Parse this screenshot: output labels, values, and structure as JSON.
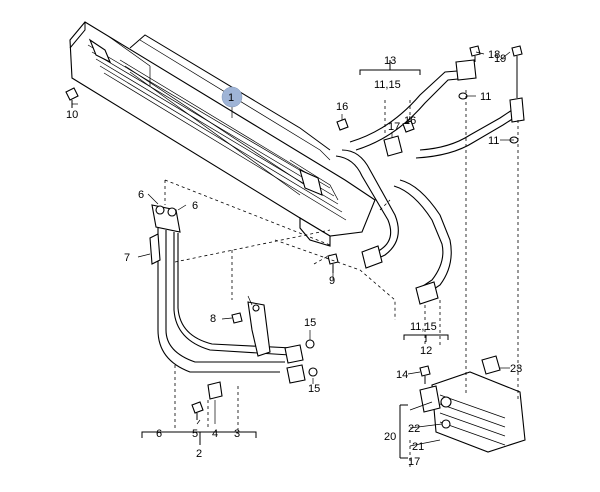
{
  "diagram": {
    "highlight_color": "#9fb4d6",
    "callouts": [
      {
        "id": "c1",
        "text": "1",
        "highlighted": true
      },
      {
        "id": "c2",
        "text": "2"
      },
      {
        "id": "c3",
        "text": "3"
      },
      {
        "id": "c4",
        "text": "4"
      },
      {
        "id": "c5",
        "text": "5"
      },
      {
        "id": "c6",
        "text": "6"
      },
      {
        "id": "c6a",
        "text": "6"
      },
      {
        "id": "c6b",
        "text": "6"
      },
      {
        "id": "c7",
        "text": "7"
      },
      {
        "id": "c8",
        "text": "8"
      },
      {
        "id": "c9",
        "text": "9"
      },
      {
        "id": "c10",
        "text": "10"
      },
      {
        "id": "c11a",
        "text": "11"
      },
      {
        "id": "c11b",
        "text": "11"
      },
      {
        "id": "c1115a",
        "text": "11,15"
      },
      {
        "id": "c1115b",
        "text": "11,15"
      },
      {
        "id": "c12",
        "text": "12"
      },
      {
        "id": "c13",
        "text": "13"
      },
      {
        "id": "c14",
        "text": "14"
      },
      {
        "id": "c15a",
        "text": "15"
      },
      {
        "id": "c15b",
        "text": "15"
      },
      {
        "id": "c16a",
        "text": "16"
      },
      {
        "id": "c16b",
        "text": "16"
      },
      {
        "id": "c17a",
        "text": "17"
      },
      {
        "id": "c17b",
        "text": "17"
      },
      {
        "id": "c18",
        "text": "18"
      },
      {
        "id": "c19",
        "text": "19"
      },
      {
        "id": "c20",
        "text": "20"
      },
      {
        "id": "c21",
        "text": "21"
      },
      {
        "id": "c22",
        "text": "22"
      },
      {
        "id": "c23",
        "text": "23"
      }
    ]
  }
}
